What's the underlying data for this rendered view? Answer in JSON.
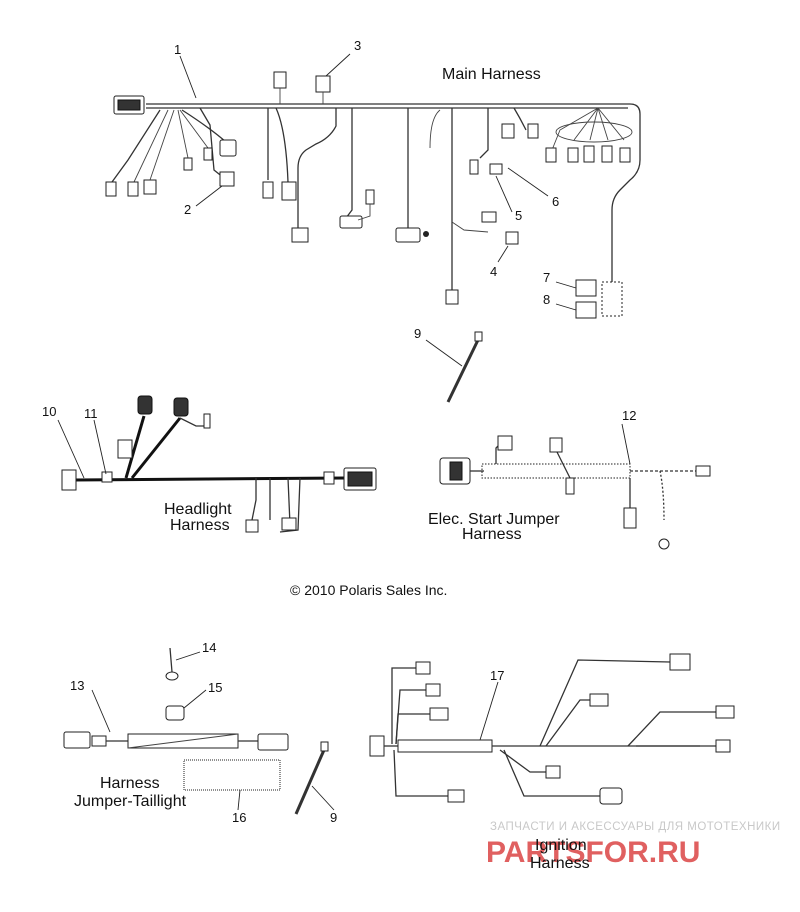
{
  "diagram": {
    "sections": {
      "main": {
        "title": "Main Harness"
      },
      "headlight": {
        "title_line1": "Headlight",
        "title_line2": "Harness"
      },
      "elec_start": {
        "title_line1": "Elec. Start Jumper",
        "title_line2": "Harness"
      },
      "taillight": {
        "title_line1": "Harness",
        "title_line2": "Jumper-Taillight"
      },
      "ignition": {
        "title_line1": "Ignition",
        "title_line2": "Harness"
      }
    },
    "callouts": [
      "1",
      "2",
      "3",
      "4",
      "5",
      "6",
      "7",
      "8",
      "9",
      "10",
      "11",
      "12",
      "13",
      "14",
      "15",
      "16",
      "9",
      "17"
    ],
    "copyright": "© 2010 Polaris Sales Inc.",
    "watermark": {
      "tagline": "ЗАПЧАСТИ И АКСЕССУАРЫ ДЛЯ МОТОТЕХНИКИ",
      "brand": "PARTSFOR.RU"
    },
    "colors": {
      "line": "#222222",
      "watermark_brand": "#e06060"
    }
  }
}
